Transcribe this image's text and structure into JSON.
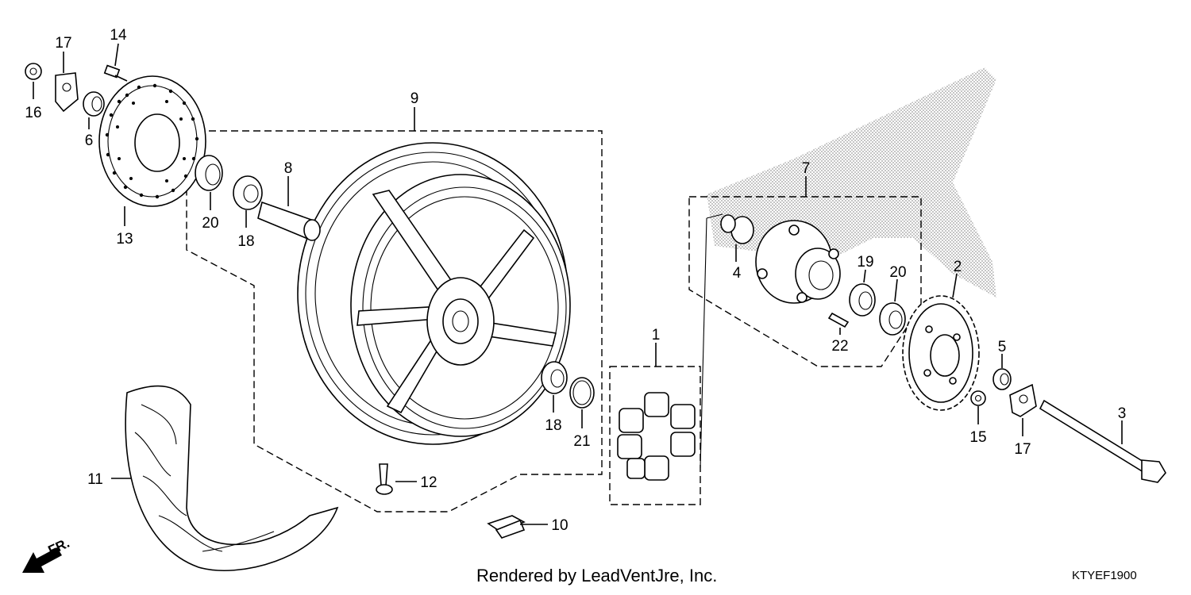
{
  "diagram": {
    "footer": "Rendered by LeadVentJre, Inc.",
    "code": "KTYEF1900",
    "direction_label": "FR.",
    "colors": {
      "ink": "#000000",
      "paper": "#ffffff",
      "shade": "#8a8a8a"
    },
    "parts": [
      {
        "id": "p1",
        "label": "1"
      },
      {
        "id": "p2",
        "label": "2"
      },
      {
        "id": "p3",
        "label": "3"
      },
      {
        "id": "p4",
        "label": "4"
      },
      {
        "id": "p5",
        "label": "5"
      },
      {
        "id": "p6",
        "label": "6"
      },
      {
        "id": "p7",
        "label": "7"
      },
      {
        "id": "p8",
        "label": "8"
      },
      {
        "id": "p9",
        "label": "9"
      },
      {
        "id": "p10",
        "label": "10"
      },
      {
        "id": "p11",
        "label": "11"
      },
      {
        "id": "p12",
        "label": "12"
      },
      {
        "id": "p13",
        "label": "13"
      },
      {
        "id": "p14",
        "label": "14"
      },
      {
        "id": "p15",
        "label": "15"
      },
      {
        "id": "p16",
        "label": "16"
      },
      {
        "id": "p17a",
        "label": "17"
      },
      {
        "id": "p17b",
        "label": "17"
      },
      {
        "id": "p18a",
        "label": "18"
      },
      {
        "id": "p18b",
        "label": "18"
      },
      {
        "id": "p19",
        "label": "19"
      },
      {
        "id": "p20a",
        "label": "20"
      },
      {
        "id": "p20b",
        "label": "20"
      },
      {
        "id": "p21",
        "label": "21"
      },
      {
        "id": "p22",
        "label": "22"
      }
    ]
  }
}
